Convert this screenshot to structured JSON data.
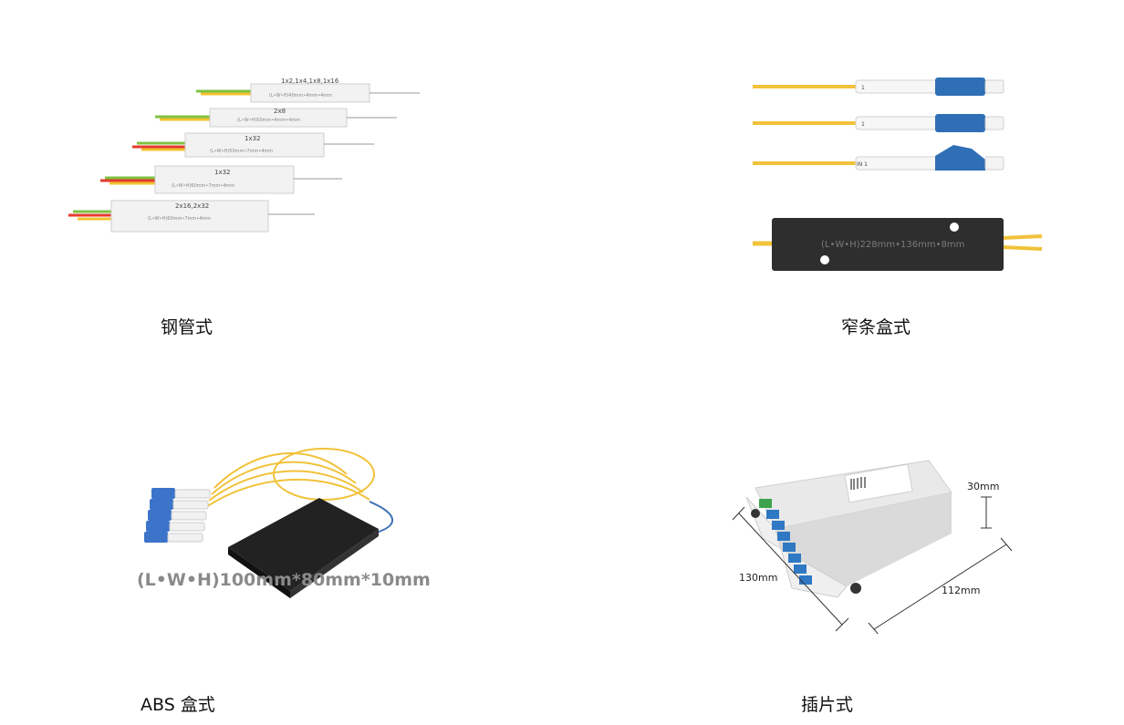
{
  "products": [
    {
      "caption": "钢管式",
      "image_labels": [
        {
          "title": "1x2,1x4,1x8,1x16",
          "dims": "(L•W•H)40mm•4mm•4mm"
        },
        {
          "title": "2x8",
          "dims": "(L•W•H)50mm•4mm•4mm"
        },
        {
          "title": "1x32",
          "dims": "(L•W•H)50mm•7mm•4mm"
        },
        {
          "title": "1x32",
          "dims": "(L•W•H)60mm•7mm•4mm"
        },
        {
          "title": "2x16,2x32",
          "dims": "(L•W•H)60mm•7mm•4mm"
        }
      ]
    },
    {
      "caption": "窄条盒式",
      "image_labels": {
        "dims": "(L•W•H)228mm•136mm•8mm",
        "connector_tags": [
          "1",
          "1",
          "IN 1"
        ]
      }
    },
    {
      "caption": "ABS 盒式",
      "image_labels": {
        "dims": "(L•W•H)100mm*80mm*10mm"
      }
    },
    {
      "caption": "插片式",
      "image_labels": {
        "height": "30mm",
        "depth": "130mm",
        "width": "112mm"
      }
    }
  ]
}
